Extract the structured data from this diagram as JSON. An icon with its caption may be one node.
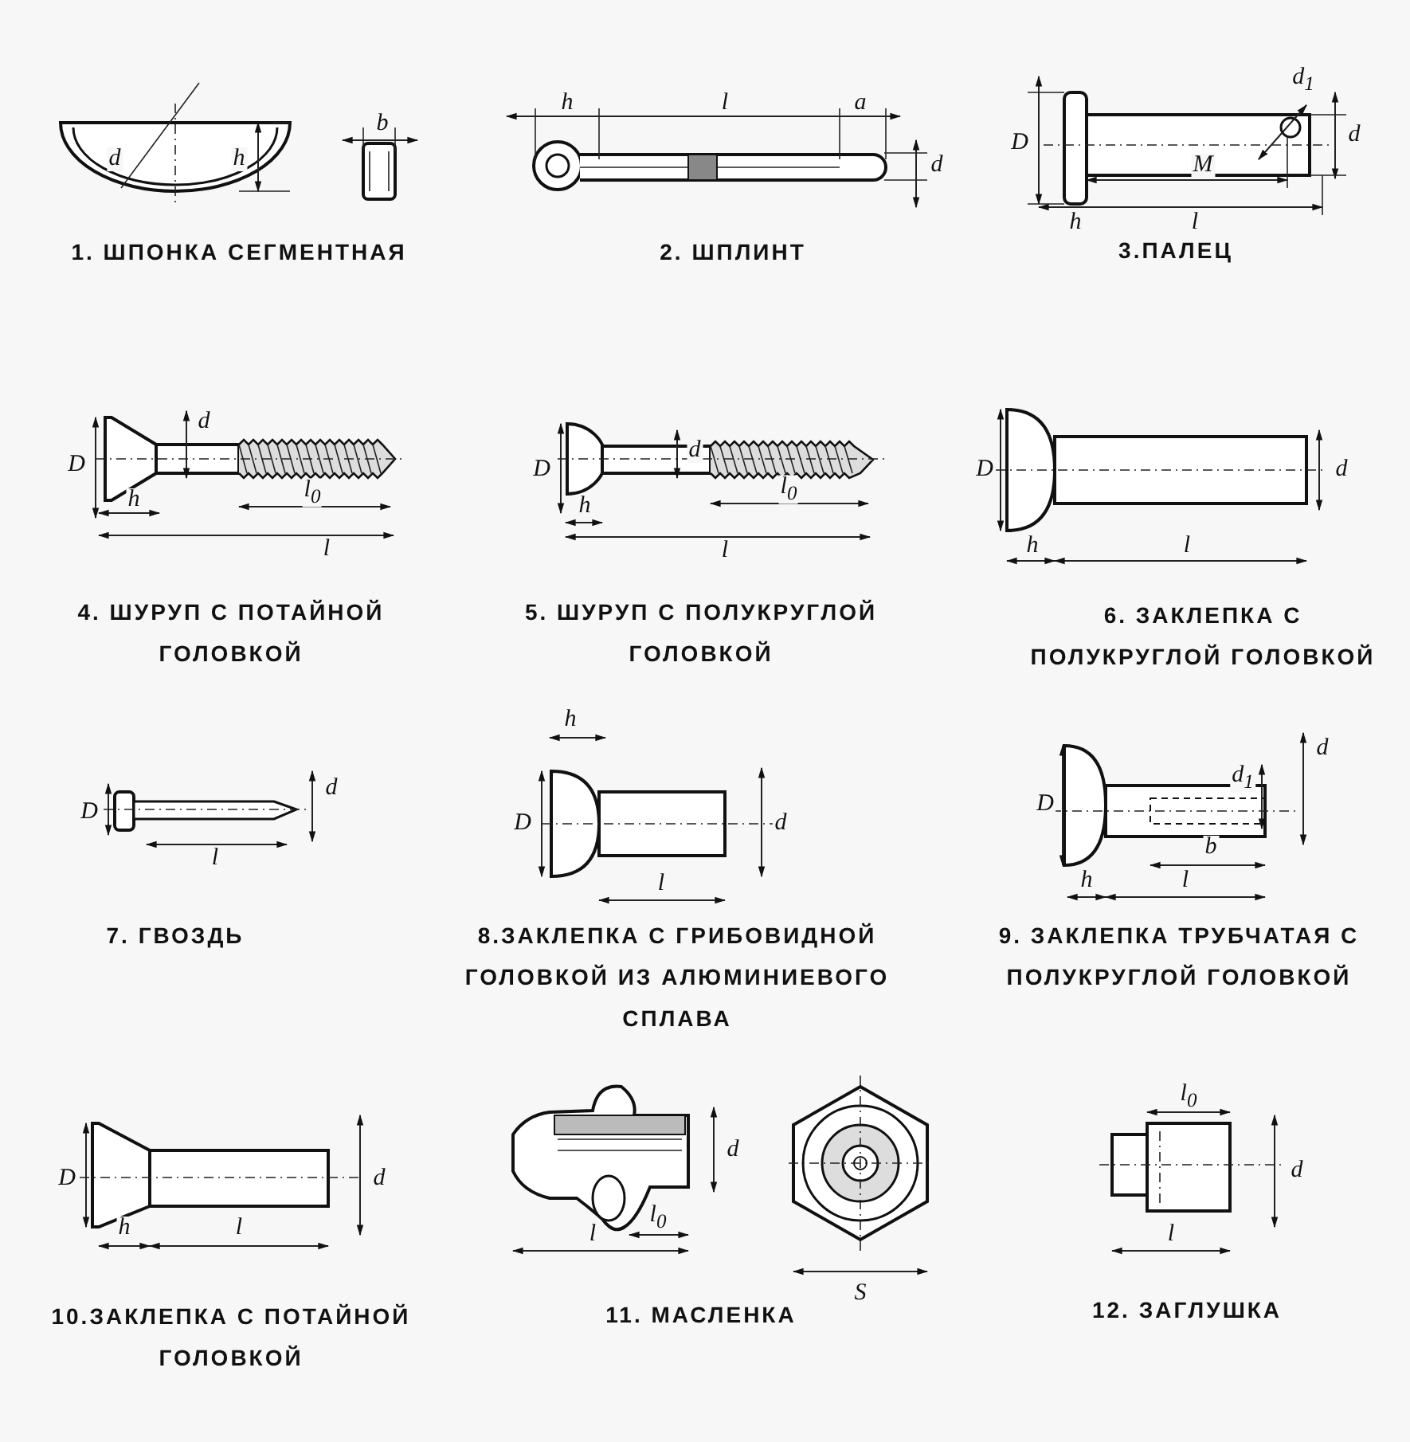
{
  "diagram": {
    "labels": [
      "d",
      "b",
      "h",
      "1. ШПОНКА СЕГМЕНТНАЯ",
      "h",
      "l",
      "a",
      "d",
      "2. ШПЛИНТ",
      "D",
      "d$_{1}$",
      "d",
      "M",
      "h",
      "l",
      "3.ПАЛЕЦ",
      "D",
      "d",
      "l$_{0}$",
      "h",
      "l",
      "4. ШУРУП С ПОТАЙНОЙ ГОЛОВКОЙ",
      "D",
      "d",
      "l$_{0}$",
      "h",
      "l",
      "5. ШУРУП С ПОЛУКРУГЛОЙ ГОЛОВКОЙ",
      "D",
      "d",
      "h",
      "l",
      "6. ЗАКЛЕПКА С ПОЛУКРУГЛОЙ ГОЛОВКОЙ",
      "D",
      "d",
      "l",
      "7. ГВОЗДЬ",
      "h",
      "D",
      "d",
      "l",
      "8.ЗАКЛЕПКА С ГРИБОВИДНОЙ ГОЛОВКОЙ ИЗ АЛЮМИНИЕВОГО СПЛАВА",
      "D",
      "d$_{1}$",
      "d",
      "b",
      "h",
      "l",
      "9. ЗАКЛЕПКА ТРУБЧАТАЯ С ПОЛУКРУГЛОЙ ГОЛОВКОЙ",
      "D",
      "d",
      "h",
      "l",
      "10.ЗАКЛЕПКА С ПОТАЙНОЙ ГОЛОВКОЙ",
      "d",
      "l$_{0}$",
      "l",
      "S",
      "11. МАСЛЕНКА",
      "l$_{0}$",
      "d",
      "l",
      "12. ЗАГЛУШКА"
    ]
  }
}
